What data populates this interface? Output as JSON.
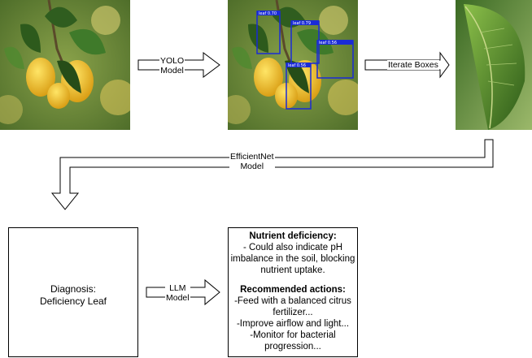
{
  "arrows": {
    "yolo_line1": "YOLO",
    "yolo_line2": "Model",
    "iterate": "Iterate Boxes",
    "efficientnet_line1": "EfficientNet",
    "efficientnet_line2": "Model",
    "llm_line1": "LLM",
    "llm_line2": "Model"
  },
  "detections": [
    {
      "label": "leaf 0.70"
    },
    {
      "label": "leaf 0.79"
    },
    {
      "label": "leaf 0.56"
    },
    {
      "label": "leaf 0.56"
    }
  ],
  "diagnosis": {
    "line1": "Diagnosis:",
    "line2": "Deficiency Leaf"
  },
  "report": {
    "heading1": "Nutrient deficiency:",
    "body1": "- Could also indicate pH imbalance in the soil, blocking nutrient uptake.",
    "heading2": "Recommended actions:",
    "action1": "-Feed with a balanced citrus fertilizer...",
    "action2": "-Improve airflow and light...",
    "action3": "-Monitor for bacterial progression..."
  },
  "colors": {
    "box": "#1a2bd6",
    "arrow": "#000000"
  }
}
